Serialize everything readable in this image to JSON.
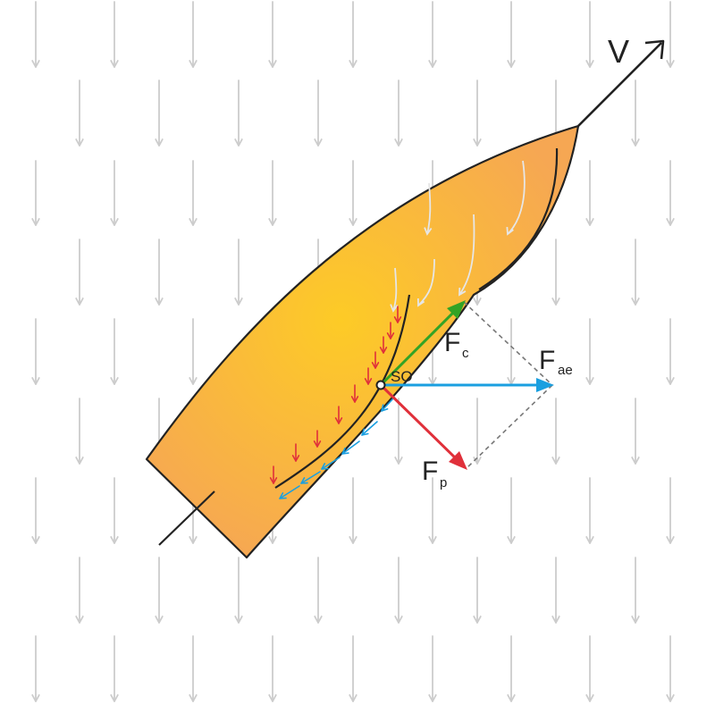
{
  "diagram": {
    "labels": {
      "velocity": "V",
      "center_label": "SO",
      "force_c_main": "F",
      "force_c_sub": "c",
      "force_ae_main": "F",
      "force_ae_sub": "ae",
      "force_p_main": "F",
      "force_p_sub": "p"
    },
    "colors": {
      "hull_center": "#fdcb26",
      "hull_edge": "#f6a753",
      "outline": "#222222",
      "wind_arrow": "#cccccc",
      "force_c": "#33a325",
      "force_ae": "#1a9fe0",
      "force_p": "#e0303a",
      "construction_line": "#777777"
    }
  }
}
